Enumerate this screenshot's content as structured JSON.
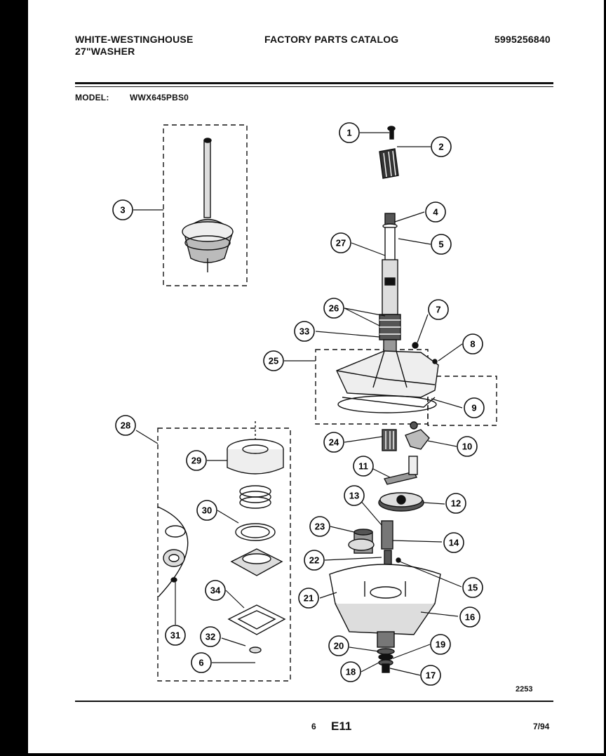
{
  "header": {
    "brand": "WHITE-WESTINGHOUSE",
    "product": "27\"WASHER",
    "catalog_title": "FACTORY PARTS CATALOG",
    "catalog_number": "5995256840",
    "model_label": "MODEL:",
    "model_value": "WWX645PBS0"
  },
  "callouts": [
    "1",
    "2",
    "3",
    "4",
    "5",
    "27",
    "26",
    "7",
    "33",
    "25",
    "8",
    "9",
    "28",
    "24",
    "10",
    "29",
    "11",
    "30",
    "13",
    "12",
    "23",
    "14",
    "22",
    "15",
    "21",
    "16",
    "34",
    "31",
    "32",
    "6",
    "20",
    "19",
    "18",
    "17"
  ],
  "footer": {
    "diagram_number": "2253",
    "page_number": "6",
    "section_code": "E11",
    "date": "7/94"
  }
}
